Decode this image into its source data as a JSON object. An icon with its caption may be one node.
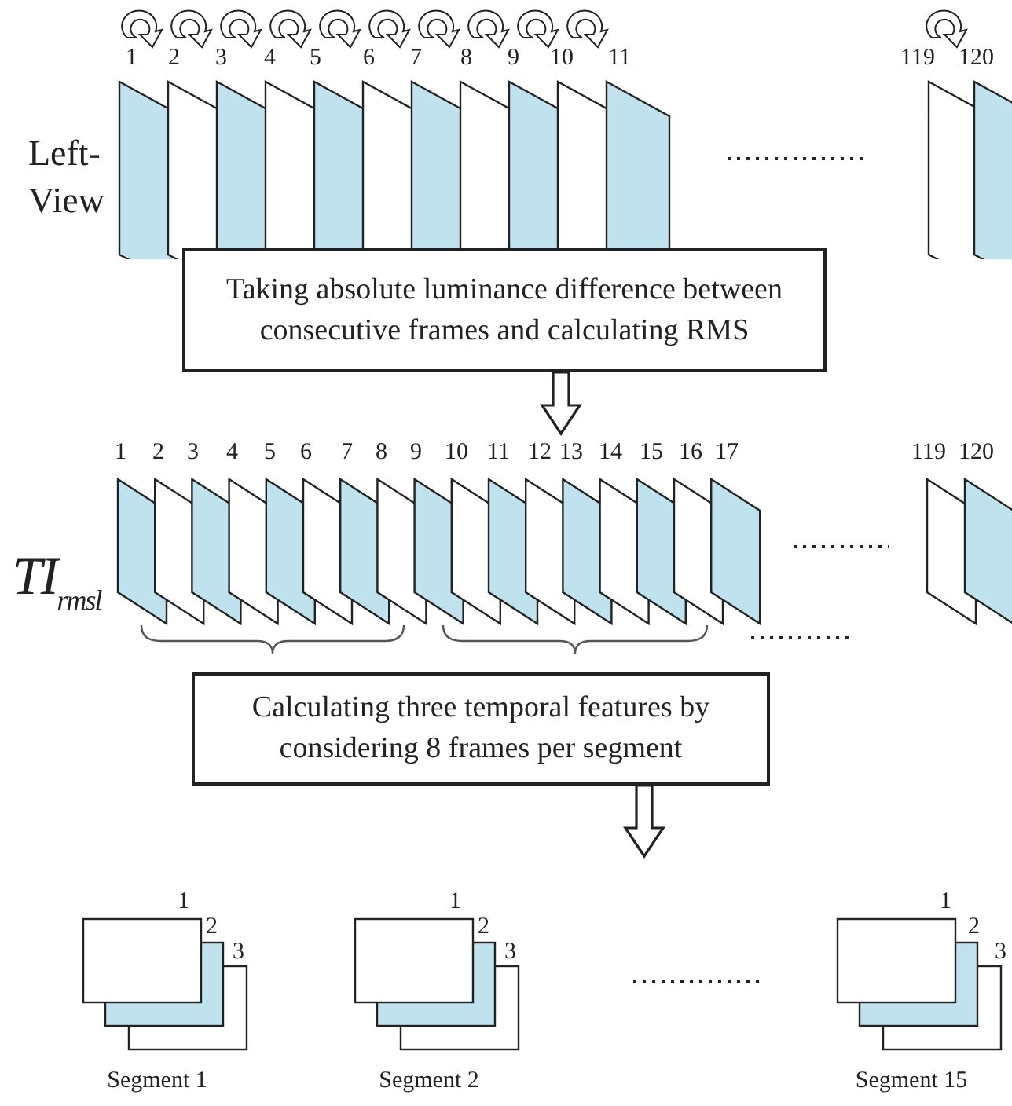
{
  "diagram": {
    "nodes": [
      {
        "text": [],
        "shape": "picture",
        "beside": [
          "Left-View"
        ]
      },
      {
        "text": [
          "Taking absolute luminance difference between consecutive frames and calculating RMS"
        ]
      },
      {
        "text": [],
        "shape": "picture",
        "beside": [
          "TI$_{rms}$$_{l}$"
        ]
      },
      {
        "text": [
          "Calculating three temporal features by considering 8 frames per segment"
        ]
      },
      {
        "text": [],
        "shape": "picture",
        "beside": [
          "Segment 1"
        ]
      },
      {
        "text": [],
        "shape": "picture",
        "beside": [
          "Segment 2"
        ]
      },
      {
        "text": [],
        "shape": "picture",
        "beside": [
          "Segment 15"
        ]
      }
    ],
    "edges": [
      {
        "from": 1,
        "to": 2,
        "arrow": "to"
      },
      {
        "from": 3,
        "to": null,
        "arrow": "to"
      }
    ],
    "labels": [
      "1",
      "2",
      "3",
      "4",
      "5",
      "6",
      "7",
      "8",
      "9",
      "10",
      "11",
      "119",
      "120",
      "1",
      "2",
      "3",
      "4",
      "5",
      "6",
      "7",
      "8",
      "9",
      "10",
      "11",
      "12",
      "13",
      "14",
      "15",
      "16",
      "17",
      "119",
      "120",
      "1",
      "2",
      "3",
      "1",
      "2",
      "3",
      "1",
      "2",
      "3"
    ]
  }
}
